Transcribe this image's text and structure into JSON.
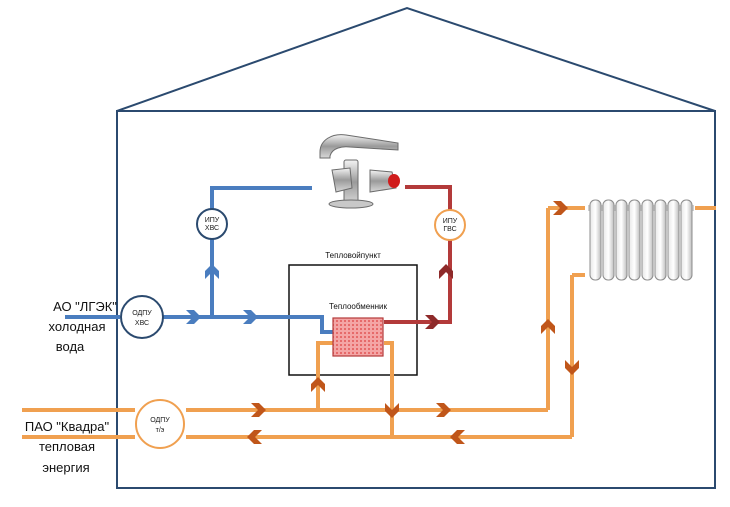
{
  "supplier_water": {
    "line1": "АО \"ЛГЭК\"",
    "line2": "холодная",
    "line3": "вода"
  },
  "supplier_heat": {
    "line1": "ПАО \"Квадра\"",
    "line2": "тепловая",
    "line3": "энергия"
  },
  "meters": {
    "cold_water_common": {
      "line1": "ОДПУ",
      "line2": "ХВС"
    },
    "heat_common": {
      "line1": "ОДПУ",
      "line2": "т/э"
    },
    "cold_water_individual": {
      "line1": "ИПУ",
      "line2": "ХВС"
    },
    "hot_water_individual": {
      "line1": "ИПУ",
      "line2": "ГВС"
    }
  },
  "heat_point": {
    "title": "Тепловойпункт"
  },
  "heat_exchanger": {
    "title": "Теплообменник"
  },
  "icons": [
    "faucet-icon",
    "radiator-icon",
    "flow-arrow-icon"
  ],
  "colors": {
    "cold": "#4a7dbf",
    "hot": "#b33a3a",
    "heating": "#f0a050",
    "arrow_orange": "#c0561a",
    "wall": "#2b4a6f"
  }
}
